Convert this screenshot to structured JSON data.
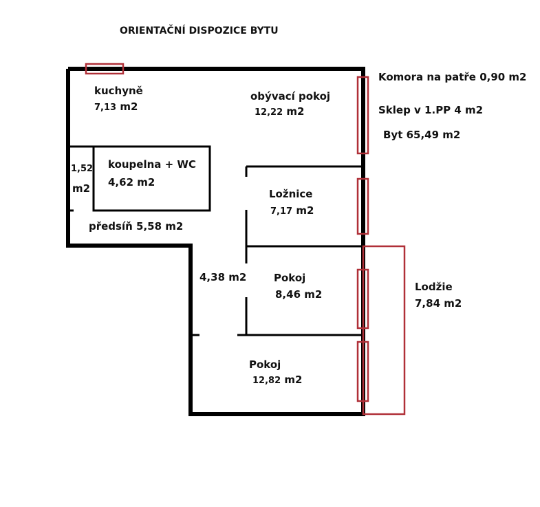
{
  "title": "ORIENTAČNÍ DISPOZICE BYTU",
  "rooms": {
    "kitchen": {
      "name": "kuchyně",
      "area": "7,13",
      "unit": "m2"
    },
    "living": {
      "name": "obývací pokoj",
      "area": "12,22",
      "unit": "m2"
    },
    "bathroom": {
      "name": "koupelna + WC",
      "area": "4,62 m2"
    },
    "small": {
      "area": "1,52",
      "unit": "m2"
    },
    "hall": {
      "label": "předsíň 5,58 m2"
    },
    "bedroom": {
      "name": "Ložnice",
      "area": "7,17",
      "unit": "m2"
    },
    "corridor": {
      "label": "4,38 m2"
    },
    "room1": {
      "name": "Pokoj",
      "area": "8,46 m2"
    },
    "room2": {
      "name": "Pokoj",
      "area": "12,82",
      "unit": "m2"
    },
    "loggia": {
      "name": "Lodžie",
      "area": "7,84 m2"
    }
  },
  "summary": {
    "storage": "Komora na patře 0,90 m2",
    "cellar": "Sklep v 1.PP  4 m2",
    "flat": "Byt 65,49 m2"
  },
  "colors": {
    "wall": "#000000",
    "window": "#b03038"
  }
}
